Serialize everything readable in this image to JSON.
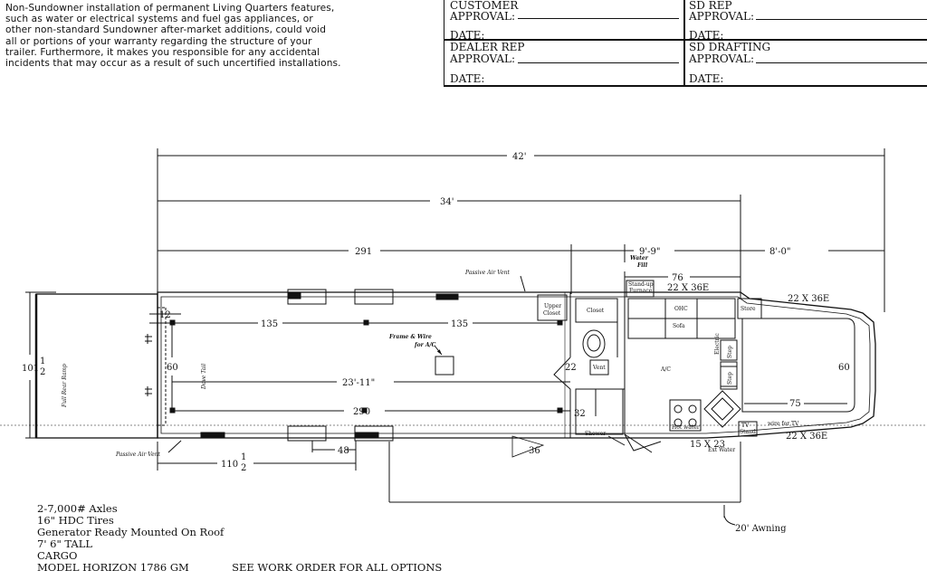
{
  "disclaimer": {
    "lines": [
      "Non-Sundowner installation of permanent Living Quarters features,",
      "such as water or electrical systems and fuel gas appliances, or",
      "other non-standard Sundowner after-market additions, could void",
      "all or portions of your warranty regarding the structure of your",
      "trailer.  Furthermore, it makes you responsible for any accidental",
      "incidents that may occur as a result of such uncertified installations."
    ]
  },
  "approval": {
    "customer_line1": "CUSTOMER",
    "customer_line2": "APPROVAL:",
    "customer_date": "DATE:",
    "dealer_line1": "DEALER REP",
    "dealer_line2": "APPROVAL:",
    "dealer_date": "DATE:",
    "sdrep_line1": "SD REP",
    "sdrep_line2": "APPROVAL:",
    "sdrep_date": "DATE:",
    "sddraft_line1": "SD DRAFTING",
    "sddraft_line2": "APPROVAL:",
    "sddraft_date": "DATE:"
  },
  "dimensions": {
    "overall": "42'",
    "cargo": "34'",
    "d291": "291",
    "lq": "9'-9\"",
    "nose": "8'-0\"",
    "d76": "76",
    "d135a": "135",
    "d135b": "135",
    "d12": "12",
    "d60a": "60",
    "d60b": "60",
    "width": "101",
    "width_num": "1",
    "width_den": "2",
    "length": "23'-11\"",
    "d290": "290",
    "d22": "22",
    "d32": "32",
    "d75": "75",
    "d48": "48",
    "d110": "110",
    "d110_num": "1",
    "d110_den": "2",
    "d36": "36",
    "window1": "22 X 36E",
    "window2": "22 X 36E",
    "window3": "22 X 36E",
    "window4": "15 X 23"
  },
  "labels": {
    "ramp": "Full Rear Ramp",
    "dove_tail": "Dove Tail",
    "frame_line1": "Frame & Wire",
    "frame_line2": "for A/C",
    "passive_vent_top": "Passive Air Vent",
    "passive_vent_bottom": "Passive Air Vent",
    "water_fill_1": "Water",
    "water_fill_2": "Fill",
    "standup_1": "Stand-up",
    "standup_2": "Furnace",
    "upper_closet_1": "Upper",
    "upper_closet_2": "Closet",
    "closet": "Closet",
    "ohc": "OHC",
    "sofa": "Sofa",
    "store": "Store",
    "vent": "Vent",
    "ac": "A/C",
    "step1": "Step",
    "step2": "Step",
    "electric": "Electric",
    "shower": "Shower",
    "tv_stand_1": "TV",
    "tv_stand_2": "Stand",
    "wire_tv": "wire for TV",
    "ext_water": "Ext Water",
    "hot_water": "Hot water",
    "awning": "20' Awning"
  },
  "notes": {
    "axles": "2-7,000# Axles",
    "tires": "16\" HDC Tires",
    "generator": "Generator Ready Mounted On Roof",
    "height": "7' 6\" TALL",
    "cargo": "CARGO",
    "model": "MODEL HORIZON 1786 GM",
    "work_order": "SEE WORK ORDER FOR ALL OPTIONS"
  }
}
